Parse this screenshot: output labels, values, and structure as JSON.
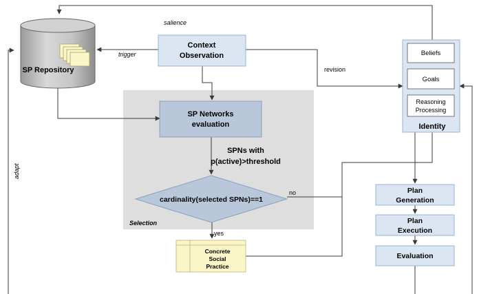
{
  "repository": {
    "label": "SP Repository"
  },
  "context": {
    "line1": "Context",
    "line2": "Observation"
  },
  "evaluation_box": {
    "line1": "SP Networks",
    "line2": "evaluation"
  },
  "selection_region": {
    "label": "Selection"
  },
  "spn_condition": {
    "line1": "SPNs with",
    "line2": "p(active)>threshold"
  },
  "decision": {
    "label": "cardinality(selected SPNs)==1",
    "no_label": "no",
    "yes_label": "yes"
  },
  "concrete": {
    "line1": "Concrete",
    "line2": "Social",
    "line3": "Practice"
  },
  "identity": {
    "title": "Identity",
    "beliefs": "Beliefs",
    "goals": "Goals",
    "reasoning_line1": "Reasoning",
    "reasoning_line2": "Processing"
  },
  "plan": {
    "generation_line1": "Plan",
    "generation_line2": "Generation",
    "execution_line1": "Plan",
    "execution_line2": "Execution",
    "evaluation": "Evaluation"
  },
  "edge_labels": {
    "salience": "salience",
    "trigger": "trigger",
    "revision": "revision",
    "adapt": "adapt"
  },
  "colors": {
    "box_fill": "#dce6f2",
    "box_stroke": "#95b3d7",
    "dark_box_fill": "#b8c7d9",
    "dark_box_stroke": "#8aa0bd",
    "selection_fill": "#dedede",
    "concrete_fill": "#fbf6c8",
    "concrete_stroke": "#c8c08a"
  }
}
